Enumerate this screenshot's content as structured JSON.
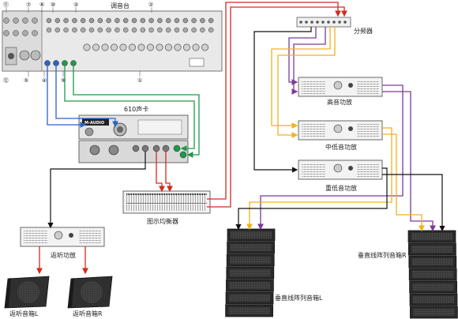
{
  "labels": {
    "mixer": "调音台",
    "soundcard": "610声卡",
    "crossover": "分频器",
    "eq": "图示均衡器",
    "amp_high": "高音功放",
    "amp_mid": "中低音功放",
    "amp_low": "重低音功放",
    "amp_monitor": "返听功放",
    "monitor_l": "返听音箱L",
    "monitor_r": "返听音箱R",
    "array_l": "垂直线阵列音箱L",
    "array_r": "垂直线阵列音箱R",
    "soundcard_brand": "M-AUDIO"
  },
  "callouts": [
    "⑪",
    "⑦",
    "⑧",
    "⑩",
    "③",
    "②",
    "⑫",
    "⑤",
    "④",
    "⑨",
    "①"
  ],
  "colors": {
    "red": "#d42a1e",
    "green": "#1e9a4a",
    "blue": "#2a62c8",
    "yellow": "#f0b21e",
    "purple": "#7a3a9a",
    "black": "#111111"
  }
}
